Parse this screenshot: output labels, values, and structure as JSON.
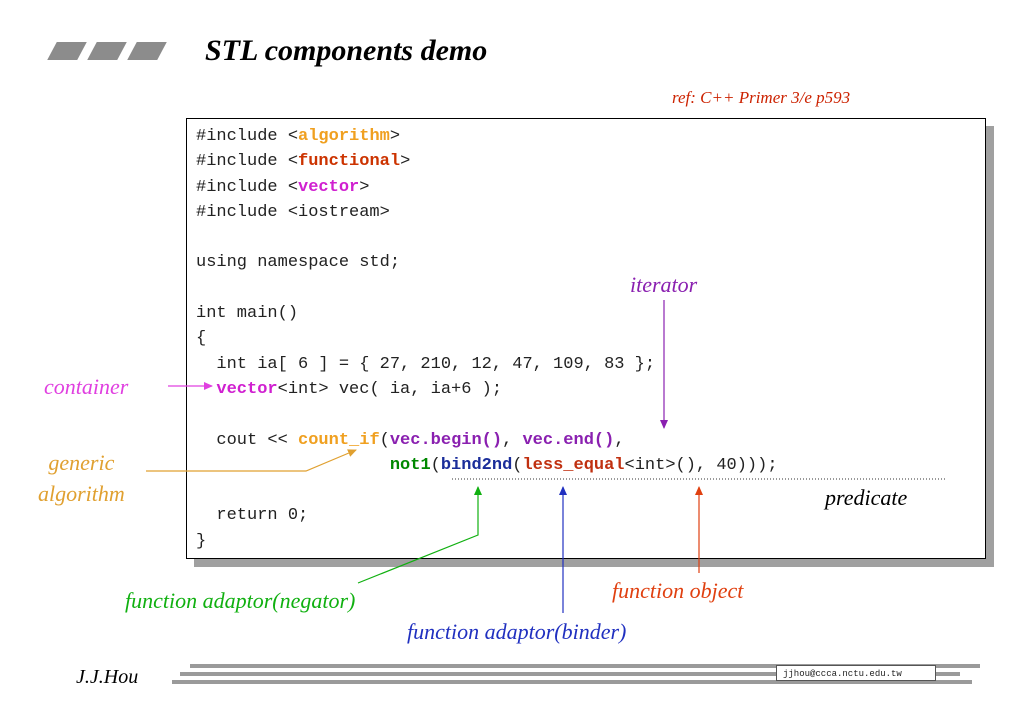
{
  "header": {
    "title": "STL components demo",
    "reference": "ref: C++  Primer 3/e  p593"
  },
  "code": {
    "inc1_pre": "#include <",
    "inc1_kw": "algorithm",
    "inc1_post": ">",
    "inc2_pre": "#include <",
    "inc2_kw": "functional",
    "inc2_post": ">",
    "inc3_pre": "#include <",
    "inc3_kw": "vector",
    "inc3_post": ">",
    "inc4": "#include <iostream>",
    "using": "using namespace std;",
    "main": "int main()",
    "open_brace": "{",
    "array_decl": "  int ia[ 6 ] = { 27, 210, 12, 47, 109, 83 };",
    "vec_indent": "  ",
    "vec_kw": "vector",
    "vec_rest": "<int> vec( ia, ia+6 );",
    "cout_pre": "  cout << ",
    "count_if": "count_if",
    "paren1": "(",
    "vec_begin": "vec.begin()",
    "comma1": ", ",
    "vec_end": "vec.end()",
    "comma2": ",",
    "pred_indent": "                   ",
    "not1": "not1",
    "paren2": "(",
    "bind2nd": "bind2nd",
    "paren3": "(",
    "less_equal": "less_equal",
    "pred_rest": "<int>(), 40)));",
    "return": "  return 0;",
    "close_brace": "}"
  },
  "annotations": {
    "iterator": "iterator",
    "container": "container",
    "generic_line1": "generic",
    "generic_line2": "algorithm",
    "predicate": "predicate",
    "negator": "function adaptor(negator)",
    "function_object": "function object",
    "binder": "function adaptor(binder)"
  },
  "footer": {
    "author": "J.J.Hou",
    "email": "jjhou@ccca.nctu.edu.tw"
  },
  "colors": {
    "algorithm": "#f0a020",
    "functional": "#cc3300",
    "container": "#e040e0",
    "iterator": "#8a20b0",
    "negator": "#10b010",
    "binder": "#2030c0",
    "function_object": "#e04010"
  }
}
